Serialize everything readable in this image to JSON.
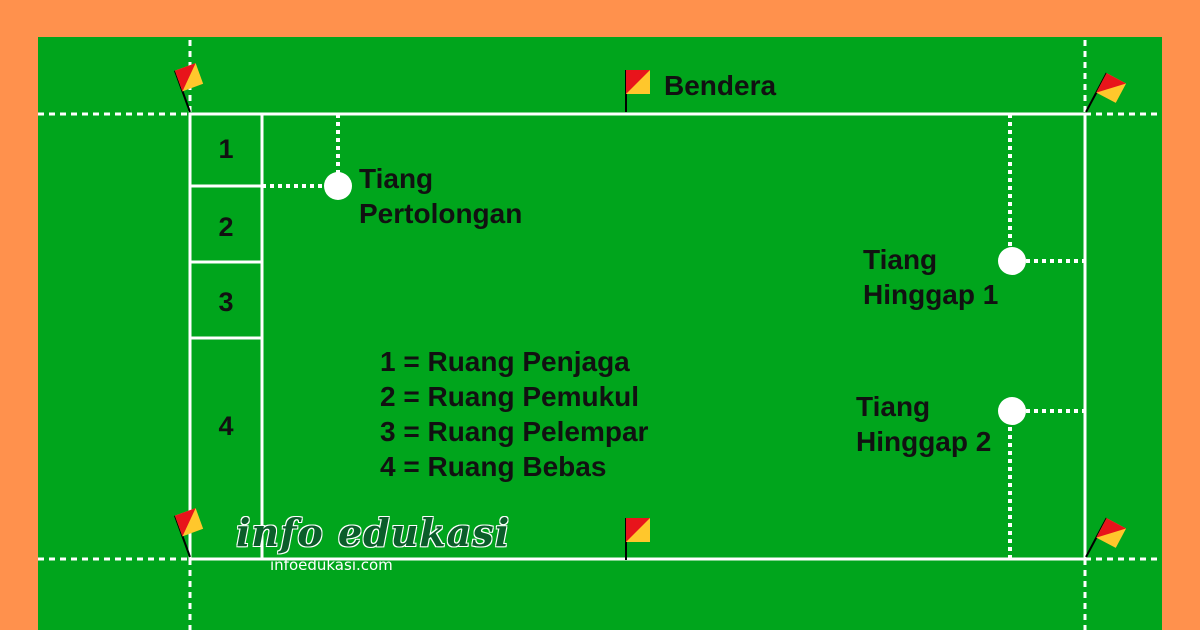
{
  "labels": {
    "flag": "Bendera",
    "rescue_post_line1": "Tiang",
    "rescue_post_line2": "Pertolongan",
    "post1_line1": "Tiang",
    "post1_line2": "Hinggap 1",
    "post2_line1": "Tiang",
    "post2_line2": "Hinggap 2"
  },
  "zones": [
    "1",
    "2",
    "3",
    "4"
  ],
  "legend": [
    "1 = Ruang Penjaga",
    "2 = Ruang Pemukul",
    "3 = Ruang Pelempar",
    "4 = Ruang Bebas"
  ],
  "watermark": {
    "name": "info edukasi",
    "url": "infoedukasi.com"
  },
  "colors": {
    "background": "#FF914D",
    "field": "#00A51C",
    "lines": "#FFFFFF",
    "flag_red": "#E8141B",
    "flag_yellow": "#FFC72C"
  }
}
